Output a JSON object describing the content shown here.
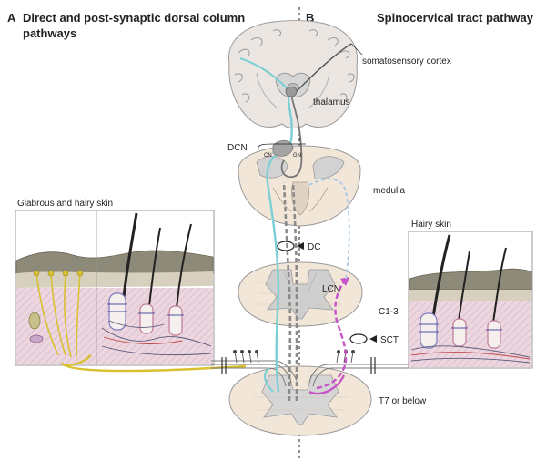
{
  "panels": {
    "a": {
      "letter": "A",
      "title_line1": "Direct and post-synaptic dorsal column",
      "title_line2": "pathways"
    },
    "b": {
      "letter": "B",
      "title": "Spinocervical tract pathway"
    }
  },
  "labels": {
    "somatosensory_cortex": "somatosensory cortex",
    "thalamus": "thalamus",
    "dcn": "DCN",
    "cn": "CN",
    "gn": "GN",
    "medulla": "medulla",
    "dc": "DC",
    "lcn": "LCN",
    "c1_3": "C1-3",
    "sct": "SCT",
    "t7_or_below": "T7 or below",
    "glabrous_hairy_skin": "Glabrous and hairy skin",
    "hairy_skin": "Hairy skin"
  },
  "colors": {
    "direct_dc_pathway": "#7ccfd4",
    "psdc_pathway": "#808080",
    "sct_pathway": "#c855c8",
    "sensory_afferent": "#d8c030",
    "tissue_fill": "#f2e6d9",
    "skin_dermis": "#ead2dc",
    "grey_matter": "#cfcfcf"
  }
}
